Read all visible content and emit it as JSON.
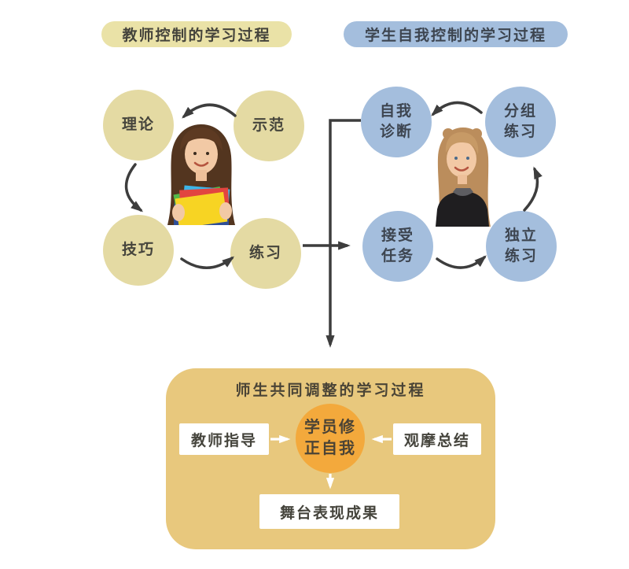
{
  "colors": {
    "khaki_circle": "#e4daa3",
    "khaki_pill": "#eae2a7",
    "blue": "#a4bedd",
    "gold_panel": "#e8c87d",
    "orange_bubble": "#f3a93c",
    "arrow_dark": "#3d3d3d",
    "arrow_white": "#ffffff",
    "text_dark": "#45443c",
    "text_blue_dark": "#3d4550"
  },
  "teacher_cycle": {
    "header": "教师控制的学习过程",
    "nodes": [
      "理论",
      "示范",
      "技巧",
      "练习"
    ]
  },
  "student_cycle": {
    "header": "学生自我控制的学习过程",
    "nodes": [
      {
        "l1": "自我",
        "l2": "诊断"
      },
      {
        "l1": "分组",
        "l2": "练习"
      },
      {
        "l1": "接受",
        "l2": "任务"
      },
      {
        "l1": "独立",
        "l2": "练习"
      }
    ]
  },
  "joint_section": {
    "title": "师生共同调整的学习过程",
    "teacher_guidance": "教师指导",
    "self_correction": {
      "l1": "学员修",
      "l2": "正自我"
    },
    "observation_summary": "观摩总结",
    "stage_result": "舞台表现成果"
  }
}
